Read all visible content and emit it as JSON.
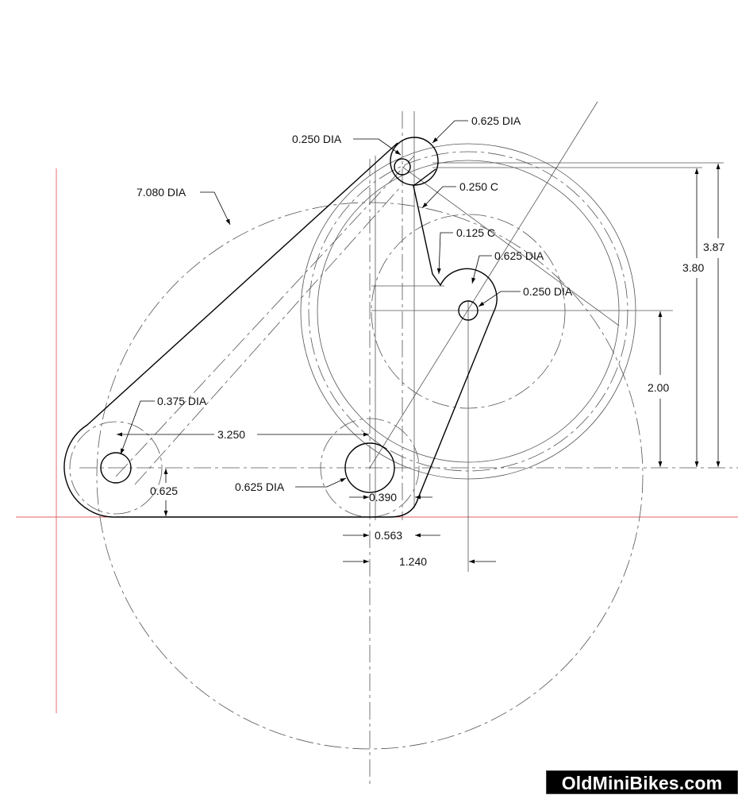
{
  "drawing": {
    "labels": {
      "dia_0625_top": "0.625 DIA",
      "dia_0250_top": "0.250 DIA",
      "dia_7080": "7.080 DIA",
      "chamfer_0250": "0.250 C",
      "chamfer_0125": "0.125 C",
      "dia_0625_mid": "0.625 DIA",
      "dia_0250_mid": "0.250 DIA",
      "dim_387": "3.87",
      "dim_380": "3.80",
      "dim_200": "2.00",
      "dia_0375": "0.375 DIA",
      "dim_3250": "3.250",
      "dim_0625": "0.625",
      "dia_0625_bottom": "0.625 DIA",
      "dim_0390": "0.390",
      "dim_0563": "0.563",
      "dim_1240": "1.240"
    }
  },
  "watermark": "OldMiniBikes.com"
}
